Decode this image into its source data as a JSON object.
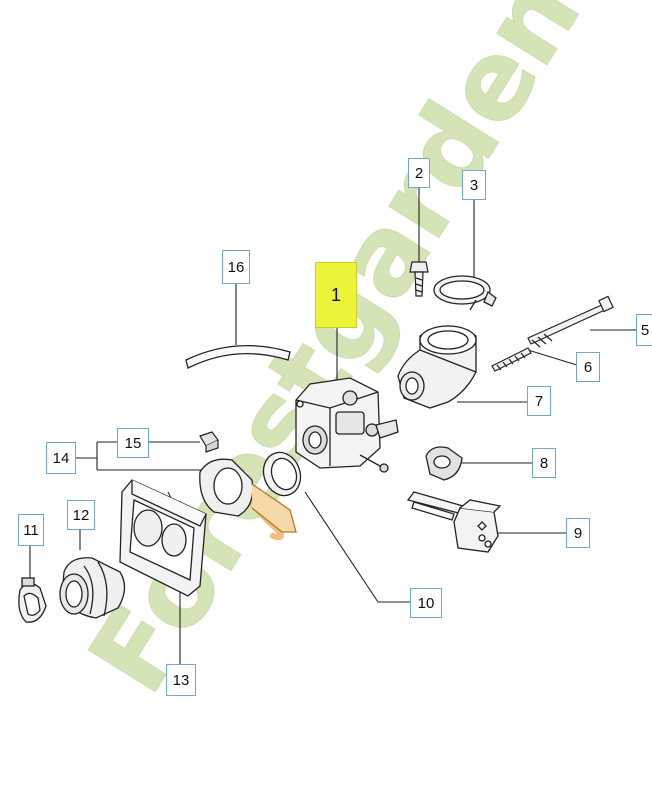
{
  "diagram": {
    "watermark": "Forestgarden.com",
    "parts": [
      {
        "number": "1",
        "highlighted": true
      },
      {
        "number": "2",
        "highlighted": false
      },
      {
        "number": "3",
        "highlighted": false
      },
      {
        "number": "5",
        "highlighted": false
      },
      {
        "number": "6",
        "highlighted": false
      },
      {
        "number": "7",
        "highlighted": false
      },
      {
        "number": "8",
        "highlighted": false
      },
      {
        "number": "9",
        "highlighted": false
      },
      {
        "number": "10",
        "highlighted": false
      },
      {
        "number": "11",
        "highlighted": false
      },
      {
        "number": "12",
        "highlighted": false
      },
      {
        "number": "13",
        "highlighted": false
      },
      {
        "number": "14",
        "highlighted": false
      },
      {
        "number": "15",
        "highlighted": false
      },
      {
        "number": "16",
        "highlighted": false
      }
    ],
    "colors": {
      "highlight": "#ecf43a",
      "callout_border": "#6fa8c9",
      "line": "#222222",
      "watermark_green": "#c8dca0",
      "watermark_orange": "#f0a850",
      "watermark_gray": "#c9c4bc"
    }
  }
}
